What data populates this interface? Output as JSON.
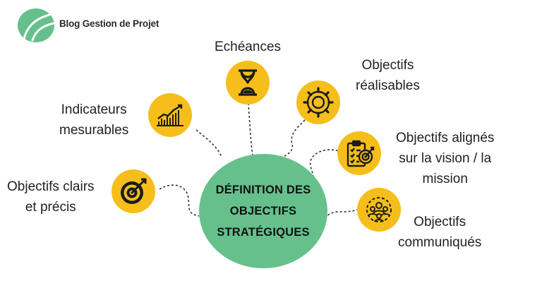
{
  "brand": {
    "name": "Blog Gestion de Projet",
    "accent": "#66c08c"
  },
  "colors": {
    "icon_circle": "#f6be1a",
    "center": "#66c08c",
    "line": "#333333"
  },
  "center": {
    "title": "DÉFINITION DES\nOBJECTIFS\nSTRATÉGIQUES"
  },
  "items": [
    {
      "label": "Echéances",
      "icon": "hourglass-icon"
    },
    {
      "label": "Objectifs\nréalisables",
      "icon": "gear-icon"
    },
    {
      "label": "Indicateurs\nmesurables",
      "icon": "growth-chart-icon"
    },
    {
      "label": "Objectifs alignés\nsur la vision / la\nmission",
      "icon": "target-clipboard-icon"
    },
    {
      "label": "Objectifs clairs\net précis",
      "icon": "target-arrow-icon"
    },
    {
      "label": "Objectifs\ncommuniqués",
      "icon": "team-communication-icon"
    }
  ]
}
